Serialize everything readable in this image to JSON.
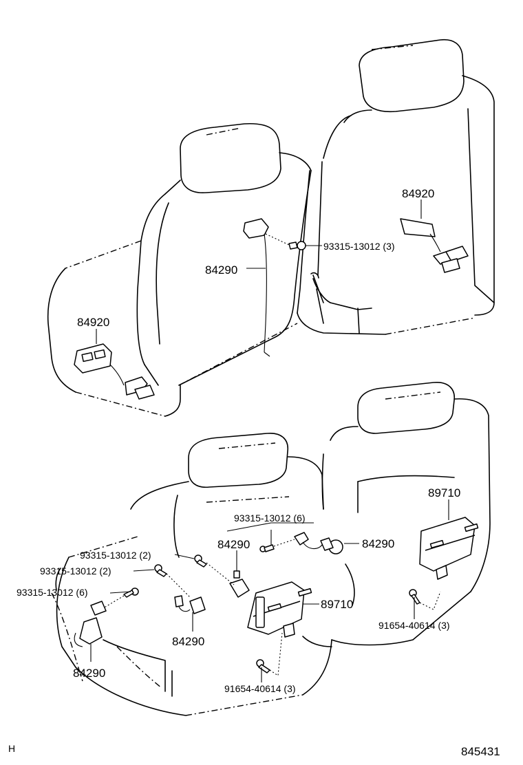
{
  "labels": {
    "front_left_switch": "84920",
    "front_right_switch": "84920",
    "front_harness": "84290",
    "front_screw": "93315-13012 (3)",
    "rear_screw_6_top": "93315-13012 (6)",
    "rear_harness_right": "84290",
    "rear_harness_mid": "84290",
    "rear_screw_2_a": "93315-13012 (2)",
    "rear_screw_2_b": "93315-13012 (2)",
    "rear_screw_6_left": "93315-13012 (6)",
    "rear_harness_center": "84290",
    "rear_harness_left": "84290",
    "module_right": "89710",
    "module_center": "89710",
    "bolt_right": "91654-40614 (3)",
    "bolt_center": "91654-40614 (3)"
  },
  "footer": {
    "corner_mark": "H",
    "figure_number": "845431"
  }
}
